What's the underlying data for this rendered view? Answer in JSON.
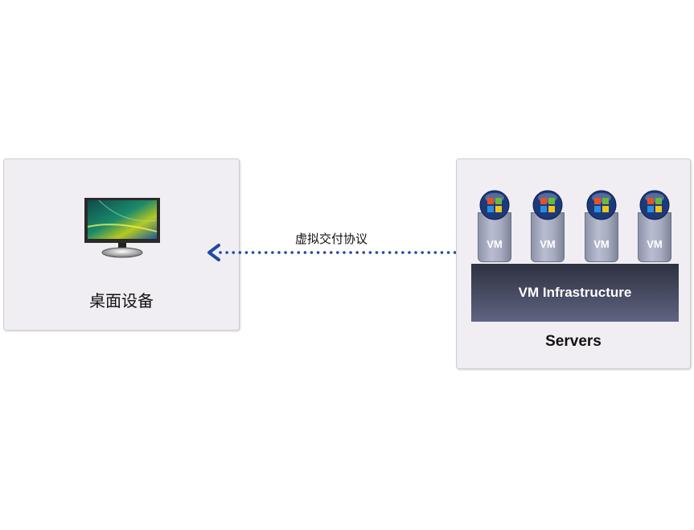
{
  "desktop": {
    "label": "桌面设备",
    "icon": "monitor-icon"
  },
  "protocol": {
    "label": "虚拟交付协议",
    "arrow_color": "#1f4aa0"
  },
  "servers": {
    "vms": [
      {
        "label": "VM"
      },
      {
        "label": "VM"
      },
      {
        "label": "VM"
      },
      {
        "label": "VM"
      }
    ],
    "infrastructure_label": "VM Infrastructure",
    "label": "Servers"
  }
}
